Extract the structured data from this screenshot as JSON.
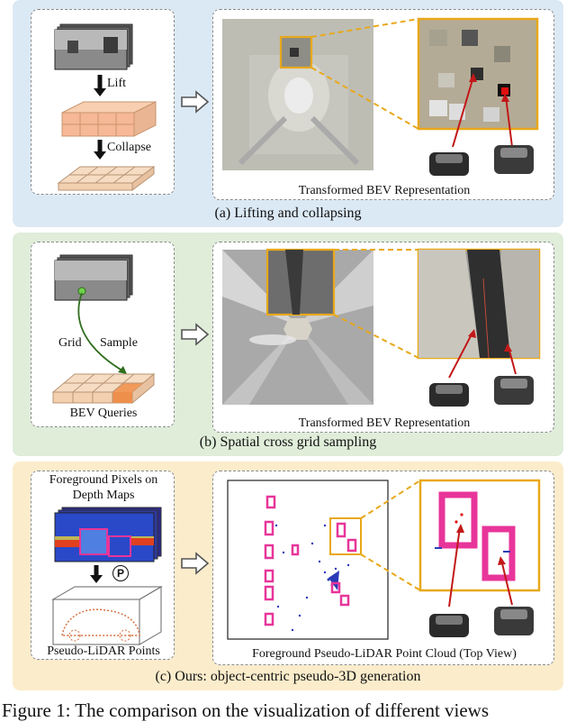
{
  "panels": {
    "a": {
      "caption": "(a) Lifting and collapsing",
      "lift": "Lift",
      "collapse": "Collapse",
      "bev_title": "Transformed BEV Representation"
    },
    "b": {
      "caption": "(b) Spatial cross grid sampling",
      "grid": "Grid",
      "sample": "Sample",
      "queries": "BEV Queries",
      "bev_title": "Transformed BEV Representation"
    },
    "c": {
      "caption": "(c) Ours: object-centric pseudo-3D generation",
      "fg_line1": "Foreground Pixels on",
      "fg_line2": "Depth Maps",
      "p_symbol": "P",
      "pseudo_points": "Pseudo-LiDAR Points",
      "bev_title": "Foreground Pseudo-LiDAR Point Cloud (Top View)"
    }
  },
  "footer_text": "Figure 1:   The comparison on the visualization of different views",
  "colors": {
    "panel_a": "#dbe9f5",
    "panel_b": "#dfedd9",
    "panel_c": "#fbeccb",
    "highlight": "#e8a81a",
    "pink": "#e8359a",
    "red_arrow": "#c21818"
  }
}
